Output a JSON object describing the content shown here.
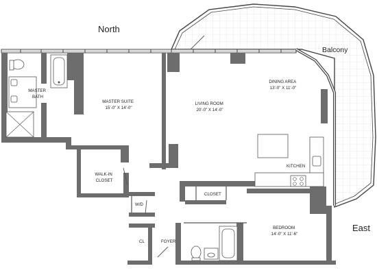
{
  "compass": {
    "north": "North",
    "east": "East"
  },
  "rooms": {
    "balcony": "Balcony",
    "master_bath": [
      "MASTER",
      "BATH"
    ],
    "master_suite": [
      "MASTER SUITE",
      "15'-0\" X 14'-0\""
    ],
    "living_room": [
      "LIVING ROOM",
      "20'-0\" X 14'-0\""
    ],
    "dining_area": [
      "DINING AREA",
      "13'-0\" X 11'-0\""
    ],
    "kitchen": "KITCHEN",
    "walk_in_closet": [
      "WALK-IN",
      "CLOSET"
    ],
    "closet": "CLOSET",
    "wd": "W/D",
    "cl": "CL",
    "foyer": "FOYER",
    "bedroom": [
      "BEDROOM",
      "14'-0\" X 11'-6\""
    ]
  }
}
